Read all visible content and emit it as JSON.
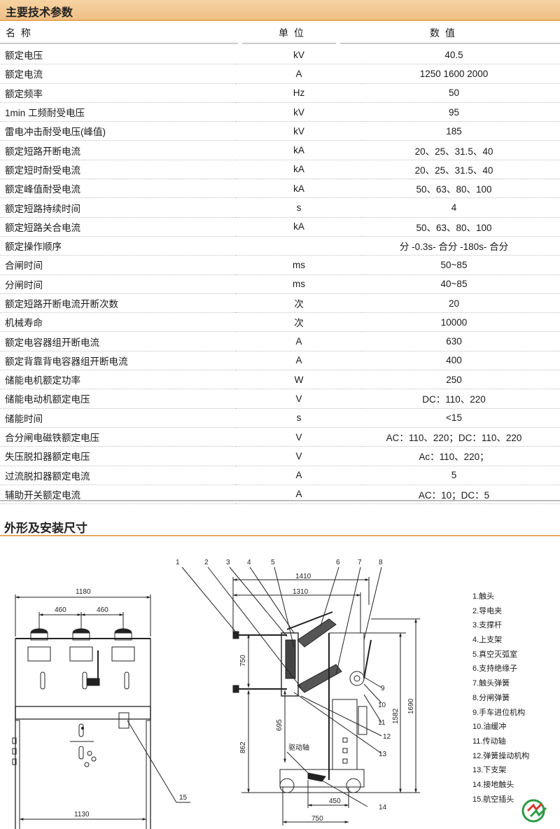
{
  "section1_title": "主要技术参数",
  "section2_title": "外形及安装尺寸",
  "table": {
    "headers": {
      "name": "名    称",
      "unit": "单    位",
      "value": "数    值"
    },
    "rows": [
      {
        "name": "额定电压",
        "unit": "kV",
        "value": "40.5"
      },
      {
        "name": "额定电流",
        "unit": "A",
        "value": "1250    1600    2000"
      },
      {
        "name": "额定频率",
        "unit": "Hz",
        "value": "50"
      },
      {
        "name": "1min 工频耐受电压",
        "unit": "kV",
        "value": "95"
      },
      {
        "name": "雷电冲击耐受电压(峰值)",
        "unit": "kV",
        "value": "185"
      },
      {
        "name": "额定短路开断电流",
        "unit": "kA",
        "value": "20、25、31.5、40"
      },
      {
        "name": "额定短时耐受电流",
        "unit": "kA",
        "value": "20、25、31.5、40"
      },
      {
        "name": "额定峰值耐受电流",
        "unit": "kA",
        "value": "50、63、80、100"
      },
      {
        "name": "额定短路持续时间",
        "unit": "s",
        "value": "4"
      },
      {
        "name": "额定短路关合电流",
        "unit": "kA",
        "value": "50、63、80、100"
      },
      {
        "name": "额定操作顺序",
        "unit": "",
        "value": "分 -0.3s- 合分 -180s- 合分"
      },
      {
        "name": "合闸时间",
        "unit": "ms",
        "value": "50~85"
      },
      {
        "name": "分闸时间",
        "unit": "ms",
        "value": "40~85"
      },
      {
        "name": "额定短路开断电流开断次数",
        "unit": "次",
        "value": "20"
      },
      {
        "name": "机械寿命",
        "unit": "次",
        "value": "10000"
      },
      {
        "name": "额定电容器组开断电流",
        "unit": "A",
        "value": "630"
      },
      {
        "name": "额定背靠背电容器组开断电流",
        "unit": "A",
        "value": "400"
      },
      {
        "name": "储能电机额定功率",
        "unit": "W",
        "value": "250"
      },
      {
        "name": "储能电动机额定电压",
        "unit": "V",
        "value": "DC：110、220"
      },
      {
        "name": "储能时间",
        "unit": "s",
        "value": "<15"
      },
      {
        "name": "合分闸电磁铁额定电压",
        "unit": "V",
        "value": "AC：110、220；DC：110、220"
      },
      {
        "name": "失压脱扣器额定电压",
        "unit": "V",
        "value": "Ac：110、220；"
      },
      {
        "name": "过流脱扣器额定电流",
        "unit": "A",
        "value": "5"
      },
      {
        "name": "辅助开关额定电流",
        "unit": "A",
        "value": "AC：10；DC：5"
      }
    ]
  },
  "front_view": {
    "dims": {
      "total_width": "1180",
      "spacing_a": "460",
      "spacing_b": "460",
      "base_width": "1130"
    },
    "callout": "15"
  },
  "side_view": {
    "dims": {
      "d1410": "1410",
      "d1310": "1310",
      "d750_v": "750",
      "d862": "862",
      "d695": "695",
      "d1582": "1582",
      "d1690": "1690",
      "d450": "450",
      "d750_h": "750"
    },
    "drive_shaft_label": "驱动轴",
    "callouts": [
      "1",
      "2",
      "3",
      "4",
      "5",
      "6",
      "7",
      "8",
      "9",
      "10",
      "11",
      "12",
      "13",
      "14"
    ]
  },
  "legend": [
    "1.触头",
    "2.导电夹",
    "3.支撑杆",
    "4.上支架",
    "5.真空灭弧室",
    "6.支持绝缘子",
    "7.触头弹簧",
    "8.分闸弹簧",
    "9.手车进位机构",
    "10.油缓冲",
    "11.传动轴",
    "12.弹簧操动机构",
    "13.下支架",
    "14.接地触头",
    "15.航空插头"
  ],
  "colors": {
    "accent_bar": "#efbf85",
    "accent_line": "#e6a95c",
    "logo_green": "#2e9a45"
  }
}
